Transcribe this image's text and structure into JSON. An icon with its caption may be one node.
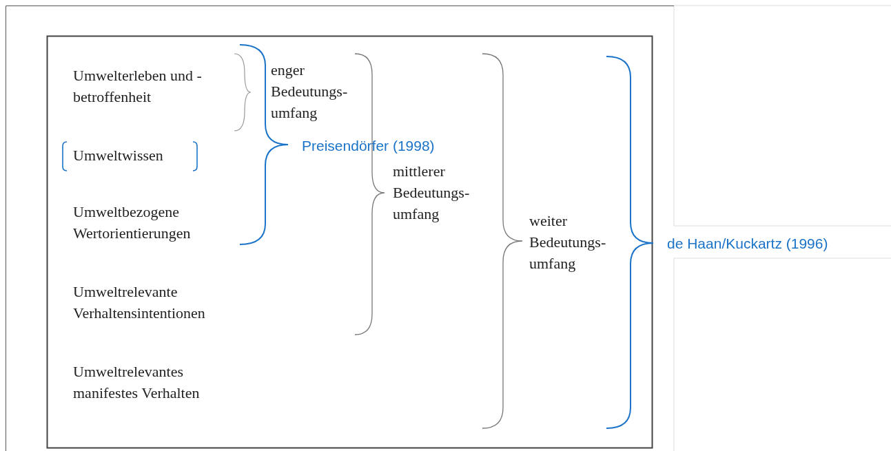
{
  "diagram": {
    "labels": [
      "Umwelterleben und -betroffenheit",
      "enger Bedeutungs- umfang",
      "Preisendörfer (1998)",
      "Umweltwissen",
      "mittlerer Bedeutungs- umfang",
      "Umweltbezogene Wertorientierungen",
      "weiter Bedeutungs- umfang",
      "de Haan/Kuckartz (1996)",
      "Umweltrelevante Verhaltensintentionen",
      "Umweltrelevantes manifestes Verhalten"
    ]
  }
}
